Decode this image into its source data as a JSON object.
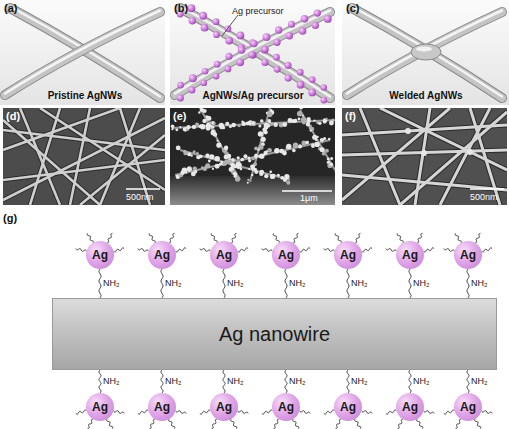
{
  "diagram": {
    "nodes": [
      {
        "text": [
          "Ag"
        ]
      },
      {
        "text": [
          "Ag"
        ]
      },
      {
        "text": [
          "Ag"
        ]
      },
      {
        "text": [
          "Ag"
        ]
      },
      {
        "text": [
          "Ag"
        ]
      },
      {
        "text": [
          "Ag"
        ]
      },
      {
        "text": [
          "Ag"
        ]
      },
      {
        "text": [
          "Ag nanowire"
        ]
      },
      {
        "text": [
          "Ag"
        ]
      },
      {
        "text": [
          "Ag"
        ]
      },
      {
        "text": [
          "Ag"
        ]
      },
      {
        "text": [
          "Ag"
        ]
      },
      {
        "text": [
          "Ag"
        ]
      },
      {
        "text": [
          "Ag"
        ]
      },
      {
        "text": [
          "Ag"
        ]
      }
    ],
    "edges": [
      {
        "from": 0,
        "to": 7,
        "label": "NH₂",
        "arrow": "none"
      },
      {
        "from": 1,
        "to": 7,
        "label": "NH₂",
        "arrow": "none"
      },
      {
        "from": 2,
        "to": 7,
        "label": "NH₂",
        "arrow": "none"
      },
      {
        "from": 3,
        "to": 7,
        "label": "NH₂",
        "arrow": "none"
      },
      {
        "from": 4,
        "to": 7,
        "label": "NH₂",
        "arrow": "none"
      },
      {
        "from": 5,
        "to": 7,
        "label": "NH₂",
        "arrow": "none"
      },
      {
        "from": 6,
        "to": 7,
        "label": "NH₂",
        "arrow": "none"
      },
      {
        "from": 8,
        "to": 7,
        "label": "NH₂",
        "arrow": "none"
      },
      {
        "from": 9,
        "to": 7,
        "label": "NH₂",
        "arrow": "none"
      },
      {
        "from": 10,
        "to": 7,
        "label": "NH₂",
        "arrow": "none"
      },
      {
        "from": 11,
        "to": 7,
        "label": "NH₂",
        "arrow": "none"
      },
      {
        "from": 12,
        "to": 7,
        "label": "NH₂",
        "arrow": "none"
      },
      {
        "from": 13,
        "to": 7,
        "label": "NH₂",
        "arrow": "none"
      },
      {
        "from": 14,
        "to": 7,
        "label": "NH₂",
        "arrow": "none"
      }
    ],
    "labels": [
      "(a)",
      "(b)",
      "(c)",
      "Ag precursor",
      "Pristine AgNWs",
      "AgNWs/Ag precursor",
      "Welded AgNWs",
      "(d)",
      "(e)",
      "(f)",
      "500nm",
      "1μm",
      "500nm",
      "(g)"
    ]
  }
}
